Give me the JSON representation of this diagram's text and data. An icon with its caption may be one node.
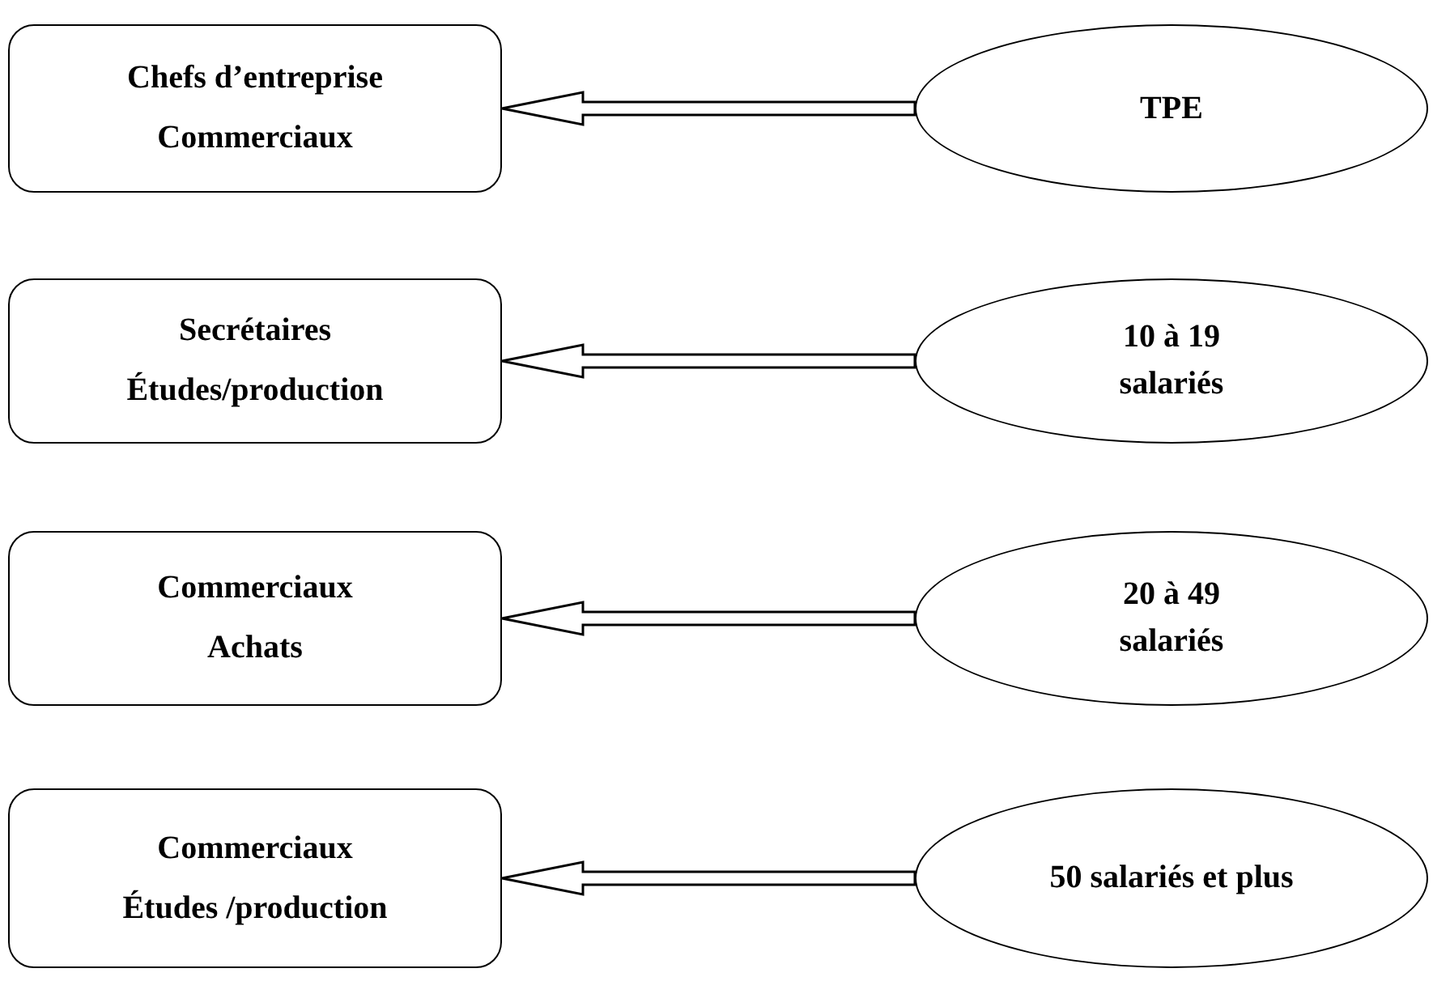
{
  "diagram": {
    "nodes": [
      {
        "text": [
          "Chefs d’entreprise",
          "Commerciaux"
        ]
      },
      {
        "text": [
          "TPE"
        ]
      },
      {
        "text": [
          "Secrétaires",
          "Études/production"
        ]
      },
      {
        "text": [
          "10 à 19 salariés"
        ]
      },
      {
        "text": [
          "Commerciaux",
          "Achats"
        ]
      },
      {
        "text": [
          "20 à 49 salariés"
        ]
      },
      {
        "text": [
          "Commerciaux",
          "Études /production"
        ]
      },
      {
        "text": [
          "50 salariés et plus"
        ]
      }
    ],
    "edges": [
      {
        "from": 1,
        "to": 0,
        "arrow": "to"
      },
      {
        "from": 3,
        "to": 2,
        "arrow": "to"
      },
      {
        "from": 5,
        "to": 4,
        "arrow": "to"
      },
      {
        "from": 7,
        "to": 6,
        "arrow": "to"
      }
    ]
  }
}
